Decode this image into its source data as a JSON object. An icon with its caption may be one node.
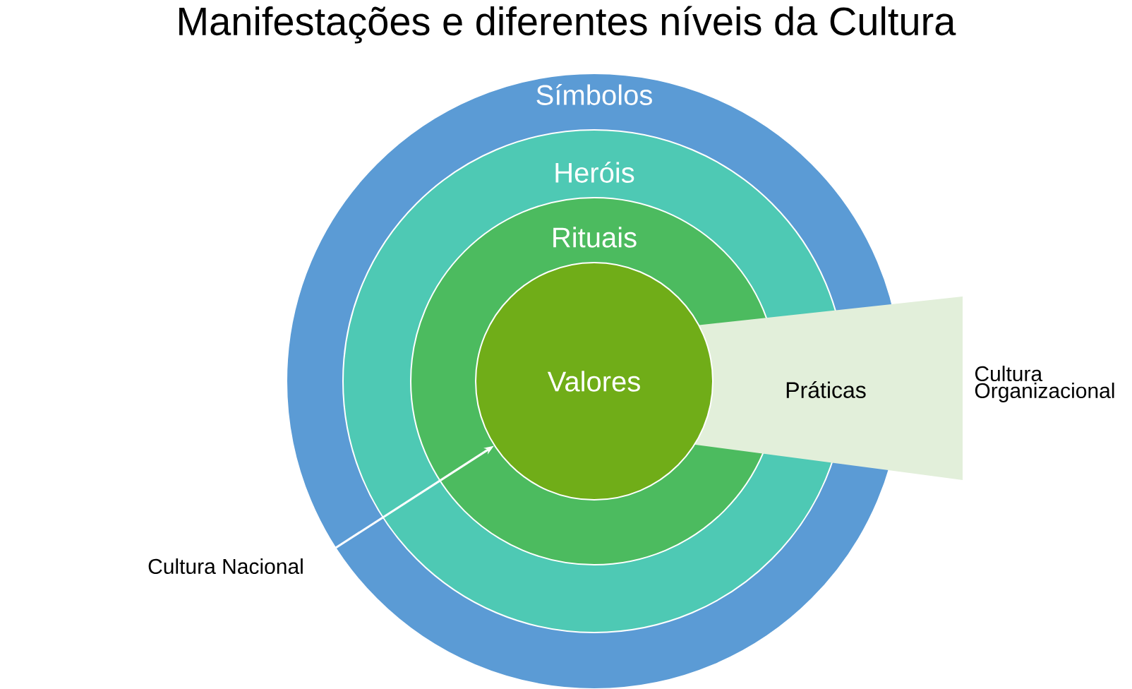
{
  "diagram": {
    "title": "Manifestações e diferentes níveis da Cultura",
    "nodes": [
      {
        "text": [
          "Símbolos"
        ]
      },
      {
        "text": [
          "Heróis"
        ],
        "in": 0
      },
      {
        "text": [
          "Rituais"
        ],
        "in": 1
      },
      {
        "text": [
          "Valores"
        ],
        "in": 2
      },
      {
        "text": [
          "Práticas"
        ],
        "beside": [
          "Cultura Organizacional"
        ]
      },
      {
        "text": [
          "Cultura Nacional"
        ]
      }
    ],
    "edges": [
      {
        "from": 5,
        "to": 3,
        "arrow": "to"
      }
    ]
  }
}
